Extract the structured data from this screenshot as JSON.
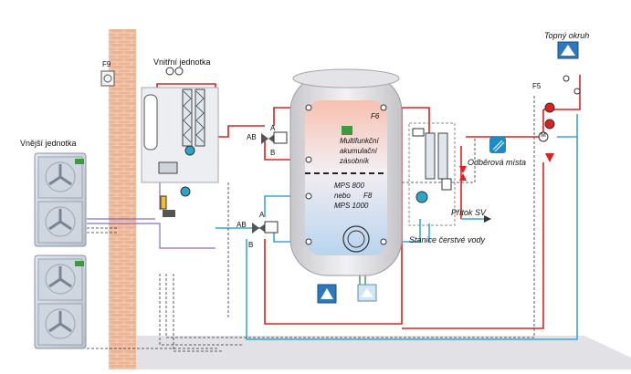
{
  "labels": {
    "indoor_unit": "Vnitřní jednotka",
    "outdoor_unit": "Vnější jednotka",
    "heating_circuit": "Topný okruh",
    "draw_points": "Odběrová místa",
    "cold_water_inlet": "Přítok SV",
    "fresh_water_station": "Stanice čerstvé vody",
    "tank_line1": "Multifunkční",
    "tank_line2": "akumulační",
    "tank_line3": "zásobník",
    "tank_model1": "MPS 800",
    "tank_model2": "nebo",
    "tank_model3": "MPS 1000",
    "sensor_f9": "F9",
    "sensor_f6": "F6",
    "sensor_f8": "F8",
    "sensor_f5": "F5",
    "valve_top_ab": "AB",
    "valve_top_a": "A",
    "valve_top_b": "B",
    "valve_bottom_ab": "AB",
    "valve_bottom_a": "A",
    "valve_bottom_b": "B",
    "pump_m": "M"
  },
  "colors": {
    "hot_pipe": "#e02020",
    "cold_pipe": "#3aa6d8",
    "dhw_pipe": "#4aa05a",
    "purple_pipe": "#8a6fb8",
    "wall_brick": "#e8b090",
    "floor": "#e0e0e4",
    "tank_shell": "#d8d8dc"
  },
  "icons": [
    "outdoor-unit-icon",
    "indoor-unit-icon",
    "tank-icon",
    "fresh-water-station-icon",
    "shower-icon",
    "radiator-icon",
    "solar-icon",
    "pump-icon",
    "mixing-valve-icon"
  ]
}
